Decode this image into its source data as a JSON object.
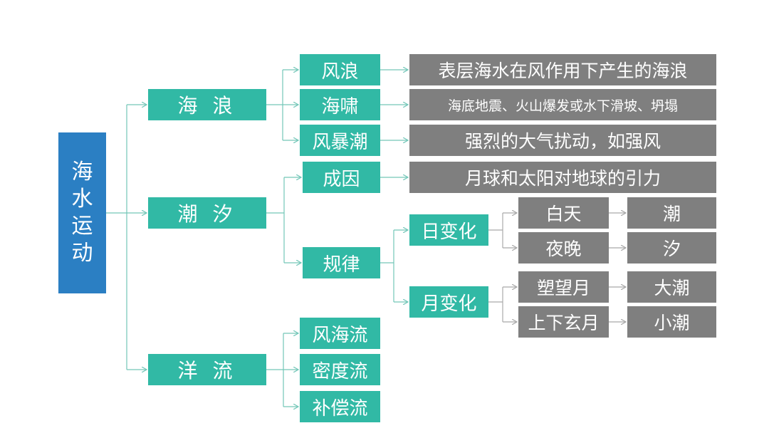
{
  "root": {
    "label": [
      "海",
      "水",
      "运",
      "动"
    ]
  },
  "level1": {
    "waves": "海 浪",
    "tides": "潮 汐",
    "currents": "洋 流"
  },
  "waves": {
    "items": [
      "风浪",
      "海啸",
      "风暴潮"
    ],
    "descriptions": [
      "表层海水在风作用下产生的海浪",
      "海底地震、火山爆发或水下滑坡、坍塌",
      "强烈的大气扰动，如强风"
    ]
  },
  "tides": {
    "cause_label": "成因",
    "cause_desc": "月球和太阳对地球的引力",
    "pattern_label": "规律",
    "daily": {
      "label": "日变化",
      "rows": [
        {
          "time": "白天",
          "result": "潮"
        },
        {
          "time": "夜晚",
          "result": "汐"
        }
      ]
    },
    "monthly": {
      "label": "月变化",
      "rows": [
        {
          "time": "塑望月",
          "result": "大潮"
        },
        {
          "time": "上下玄月",
          "result": "小潮"
        }
      ]
    }
  },
  "currents": {
    "items": [
      "风海流",
      "密度流",
      "补偿流"
    ]
  }
}
